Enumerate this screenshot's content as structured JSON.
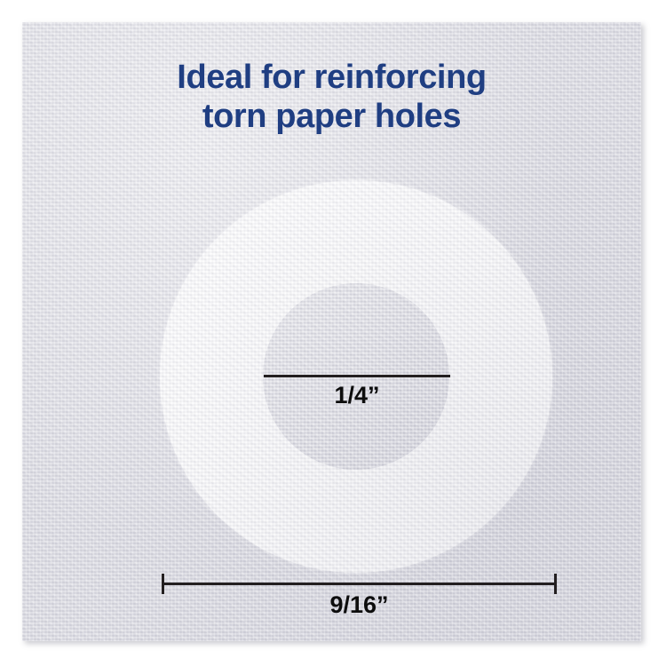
{
  "headline": {
    "line1": "Ideal for reinforcing",
    "line2": "torn paper holes",
    "color": "#1f3e82"
  },
  "product": {
    "shape": "reinforcement-ring",
    "ring_color": "#ffffff",
    "background_color": "#dcdce3"
  },
  "dimensions": {
    "inner_diameter_label": "1/4”",
    "outer_diameter_label": "9/16”",
    "label_color": "#0d0d0d"
  }
}
